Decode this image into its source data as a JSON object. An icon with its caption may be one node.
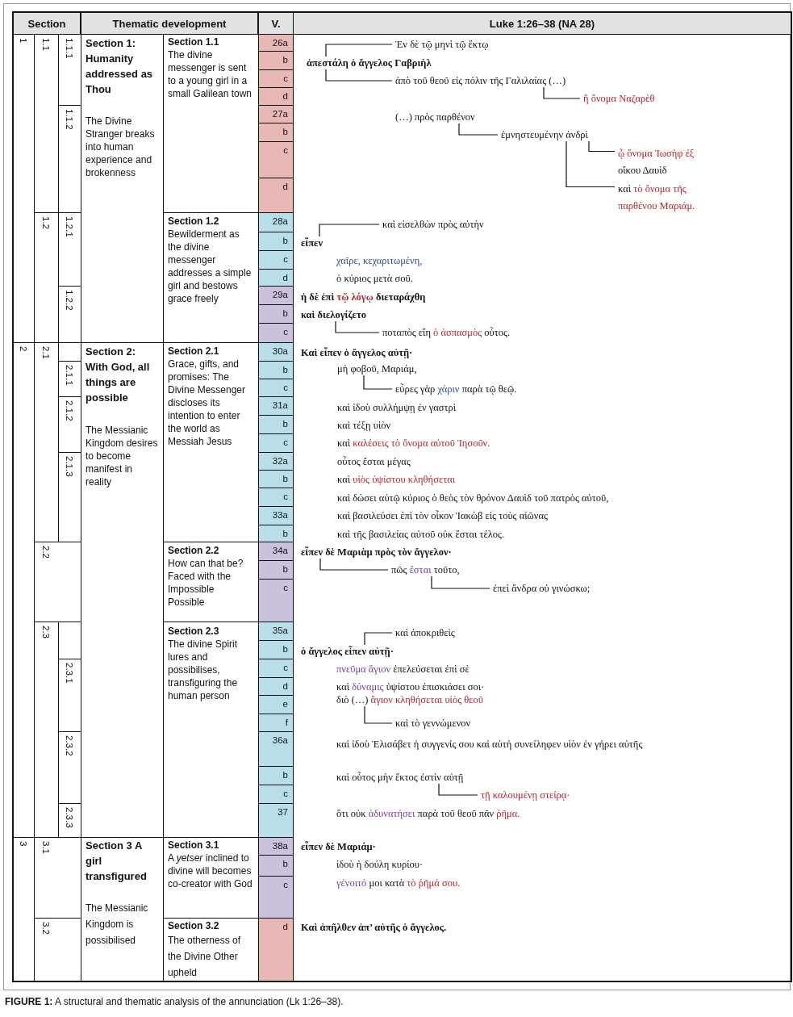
{
  "diagram": {
    "caption": "**FIGURE 1:** A structural and thematic analysis of the annunciation (Lk 1:26–38).",
    "nodes": [
      {
        "text": [
          "Ἐν δὲ τῷ μηνὶ τῷ ἕκτῳ"
        ]
      },
      {
        "text": [
          "ἀπεστάλη ὁ ἄγγελος Γαβριὴλ"
        ]
      },
      {
        "text": [
          "ἀπὸ τοῦ θεοῦ εἰς πόλιν τῆς Γαλιλαίας (…)"
        ]
      },
      {
        "text": [
          "ἣ ὄνομα Ναζαρὲθ"
        ]
      },
      {
        "text": [
          "(…) πρὸς παρθένον"
        ]
      },
      {
        "text": [
          "ἐμνηστευμένην ἀνδρὶ"
        ]
      },
      {
        "text": [
          "ᾧ ὄνομα Ἰωσὴφ ἐξ οἴκου Δαυὶδ"
        ]
      },
      {
        "text": [
          "καὶ τὸ ὄνομα τῆς παρθένου Μαριάμ."
        ]
      },
      {
        "text": [
          "καὶ εἰσελθὼν πρὸς αὐτὴν"
        ]
      },
      {
        "text": [
          "εἶπεν"
        ]
      },
      {
        "text": [
          "καὶ διελογίζετο"
        ]
      },
      {
        "text": [
          "ποταπὸς εἴη ὁ ἀσπασμὸς οὗτος."
        ]
      },
      {
        "text": [
          "μὴ φοβοῦ, Μαριάμ,"
        ]
      },
      {
        "text": [
          "εὗρες γὰρ χάριν παρὰ τῷ θεῷ."
        ]
      },
      {
        "text": [
          "εἶπεν δὲ Μαριὰμ πρὸς τὸν ἄγγελον·"
        ]
      },
      {
        "text": [
          "πῶς ἔσται τοῦτο,"
        ]
      },
      {
        "text": [
          "ἐπεὶ ἄνδρα οὐ γινώσκω;"
        ]
      },
      {
        "text": [
          "καὶ ἀποκριθεὶς"
        ]
      },
      {
        "text": [
          "ὁ ἄγγελος εἶπεν αὐτῇ·"
        ]
      },
      {
        "text": [
          "διὸ (…) ἅγιον κληθήσεται υἱὸς θεοῦ"
        ]
      },
      {
        "text": [
          "καὶ τὸ γεννώμενον"
        ]
      },
      {
        "text": [
          "καὶ οὗτος μὴν ἕκτος ἐστὶν αὐτῇ"
        ]
      },
      {
        "text": [
          "τῇ καλουμένῃ στείρᾳ·"
        ]
      }
    ],
    "edges": [
      {
        "from": 1,
        "to": 0,
        "arrow": "none"
      },
      {
        "from": 1,
        "to": 2,
        "arrow": "none"
      },
      {
        "from": 2,
        "to": 3,
        "arrow": "none"
      },
      {
        "from": 4,
        "to": 5,
        "arrow": "none"
      },
      {
        "from": 5,
        "to": 6,
        "arrow": "none"
      },
      {
        "from": 5,
        "to": 7,
        "arrow": "none"
      },
      {
        "from": 9,
        "to": 8,
        "arrow": "none"
      },
      {
        "from": 10,
        "to": 11,
        "arrow": "none"
      },
      {
        "from": 12,
        "to": 13,
        "arrow": "none"
      },
      {
        "from": 14,
        "to": 15,
        "arrow": "none"
      },
      {
        "from": 15,
        "to": 16,
        "arrow": "none"
      },
      {
        "from": 18,
        "to": 17,
        "arrow": "none"
      },
      {
        "from": 19,
        "to": 20,
        "arrow": "none"
      },
      {
        "from": 21,
        "to": 22,
        "arrow": "none"
      }
    ],
    "labels": [
      "Section",
      "Thematic development",
      "V.",
      "Luke 1:26–38 (NA 28)",
      "1",
      "1.1",
      "1.1.1",
      "Section 1: Humanity addressed as Thou",
      "Section 1.1",
      "The divine messenger is sent to a young girl in a small Galilean town",
      "26a",
      "b",
      "c",
      "d",
      "1.1.2",
      "The Divine Stranger breaks into human experience and brokenness",
      "27a",
      "b",
      "c",
      "d",
      "1.2",
      "1.2.1",
      "Section 1.2",
      "Bewilderment as the divine messenger addresses a simple girl and bestows grace freely",
      "28a",
      "b",
      "c",
      "d",
      "1.2.2",
      "29a",
      "b",
      "c",
      "2",
      "2.1",
      "2.1.1",
      "2.1.2",
      "2.1.3",
      "Section 2: With God, all things are possible",
      "The Messianic Kingdom desires to become manifest in reality",
      "Section 2.1",
      "Grace, gifts, and promises: The Divine Messenger discloses its intention to enter the world as Messiah Jesus",
      "30a",
      "b",
      "c",
      "31a",
      "b",
      "c",
      "32a",
      "b",
      "c",
      "33a",
      "b",
      "2.2",
      "Section 2.2",
      "How can that be? Faced with the Impossible Possible",
      "34a",
      "b",
      "c",
      "2.3",
      "Section 2.3",
      "The divine Spirit lures and possibilises, transfiguring the human person",
      "35a",
      "b",
      "c",
      "d",
      "e",
      "f",
      "2.3.1",
      "36a",
      "b",
      "c",
      "2.3.2",
      "37",
      "2.3.3",
      "3",
      "3.1",
      "Section 3 A girl transfigured",
      "Section 3.1",
      "A *yetser* inclined to divine will becomes co-creator with God",
      "38a",
      "b",
      "c",
      "The Messianic Kingdom is possibilised",
      "3.2",
      "Section 3.2",
      "The otherness of the Divine Other upheld",
      "d",
      "χαῖρε, κεχαριτωμένη,",
      "ὁ κύριος μετὰ σοῦ.",
      "ἡ δὲ ἐπὶ τῷ λόγῳ διεταράχθη",
      "Καὶ εἶπεν ὁ ἄγγελος αὐτῇ·",
      "καὶ ἰδοὺ συλλήμψῃ ἐν γαστρὶ",
      "καὶ τέξῃ υἱὸν",
      "καὶ καλέσεις τὸ ὄνομα αὐτοῦ Ἰησοῦν.",
      "οὗτος ἔσται μέγας",
      "καὶ υἱὸς ὑψίστου κληθήσεται",
      "καὶ δώσει αὐτῷ κύριος ὁ θεὸς τὸν θρόνον Δαυὶδ τοῦ πατρὸς αὐτοῦ,",
      "καὶ βασιλεύσει ἐπὶ τὸν οἶκον Ἰακὼβ εἰς τοὺς αἰῶνας",
      "καὶ τῆς βασιλείας αὐτοῦ οὐκ ἔσται τέλος.",
      "πνεῦμα ἅγιον ἐπελεύσεται ἐπὶ σὲ",
      "καὶ δύναμις ὑψίστου ἐπισκιάσει σοι·",
      "καὶ ἰδοὺ Ἐλισάβετ ἡ συγγενίς σου καὶ αὐτὴ συνείληφεν υἱὸν ἐν γήρει αὐτῆς",
      "ὅτι οὐκ ἀδυνατήσει παρὰ τοῦ θεοῦ πᾶν ῥῆμα.",
      "εἶπεν δὲ Μαριάμ·",
      "ἰδοὺ ἡ δούλη κυρίου·",
      "γένοιτό μοι κατὰ τὸ ῥῆμά σου.",
      "Καὶ ἀπῆλθεν ἀπ’ αὐτῆς ὁ ἄγγελος."
    ]
  }
}
